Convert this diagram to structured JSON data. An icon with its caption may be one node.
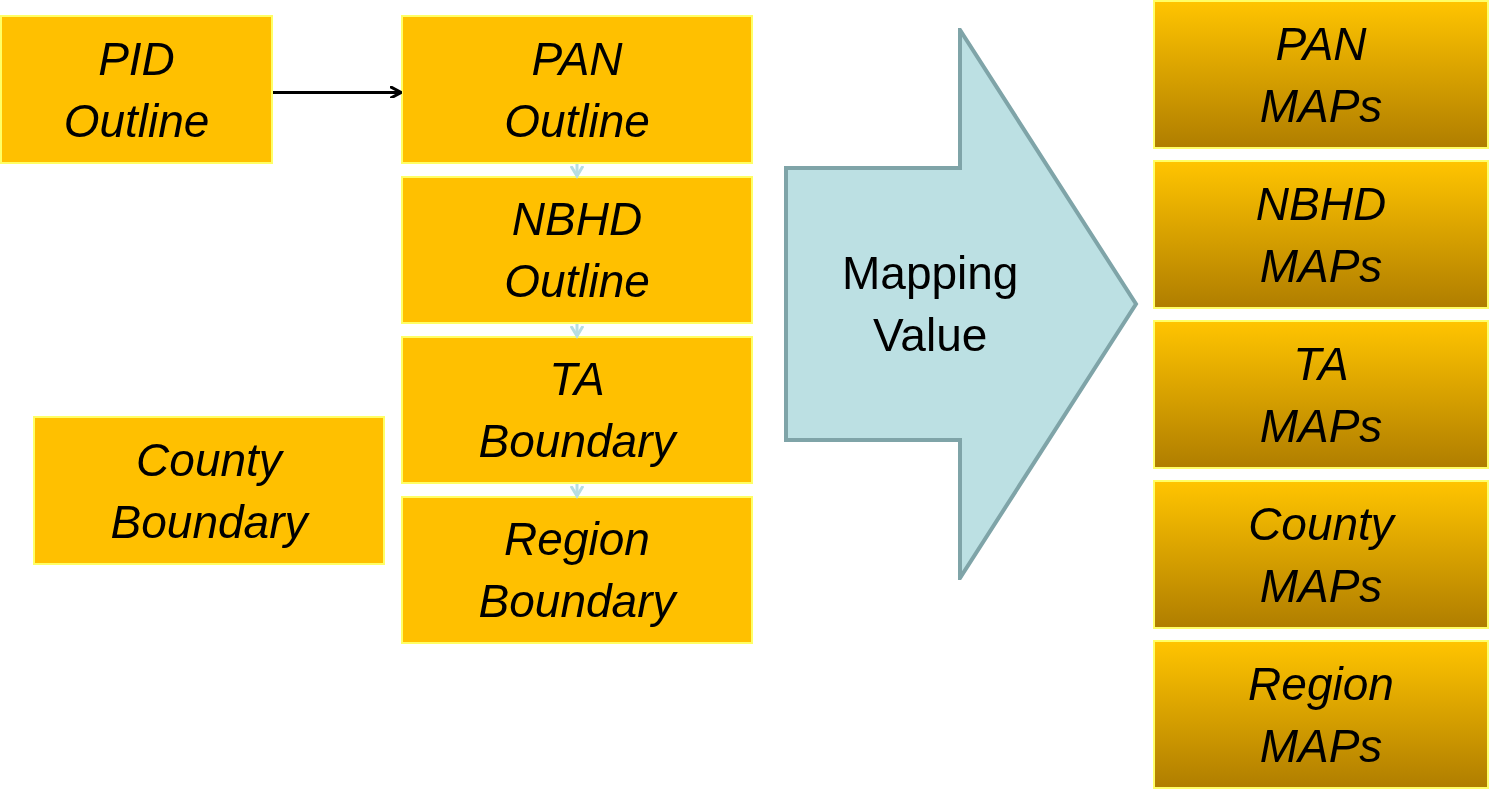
{
  "diagram": {
    "nodes": [
      {
        "text": [
          "PID Outline"
        ]
      },
      {
        "text": [
          "PAN Outline"
        ]
      },
      {
        "text": [
          "NBHD Outline"
        ]
      },
      {
        "text": [
          "TA Boundary"
        ]
      },
      {
        "text": [
          "Region Boundary"
        ]
      },
      {
        "text": [
          "County Boundary"
        ]
      },
      {
        "text": [
          "Mapping Value"
        ]
      },
      {
        "text": [
          "PAN MAPs"
        ]
      },
      {
        "text": [
          "NBHD MAPs"
        ]
      },
      {
        "text": [
          "TA MAPs"
        ]
      },
      {
        "text": [
          "County MAPs"
        ]
      },
      {
        "text": [
          "Region MAPs"
        ]
      }
    ],
    "edges": [
      {
        "from": 0,
        "to": 1,
        "arrow": "to",
        "color": "#000000"
      },
      {
        "from": 1,
        "to": 2,
        "arrow": "to"
      },
      {
        "from": 2,
        "to": 3,
        "arrow": "to"
      },
      {
        "from": 3,
        "to": 4,
        "arrow": "to"
      }
    ]
  }
}
